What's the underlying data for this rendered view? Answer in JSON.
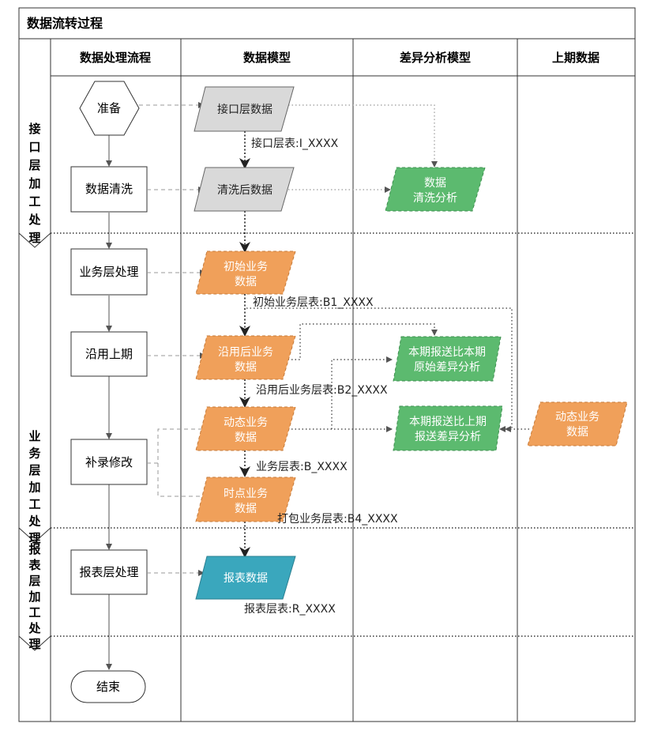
{
  "title": "数据流转过程",
  "columns": [
    "数据处理流程",
    "数据模型",
    "差异分析模型",
    "上期数据"
  ],
  "lanes": [
    "接口层加工处理",
    "业务层加工处理",
    "报表层加工处理"
  ],
  "process": {
    "prepare": "准备",
    "clean": "数据清洗",
    "business": "业务层处理",
    "inherit": "沿用上期",
    "supplement": "补录修改",
    "report": "报表层处理",
    "end": "结束"
  },
  "models": {
    "interface": "接口层数据",
    "cleaned": "清洗后数据",
    "initial": [
      "初始业务",
      "数据"
    ],
    "inherited": [
      "沿用后业务",
      "数据"
    ],
    "dynamic": [
      "动态业务",
      "数据"
    ],
    "timepoint": [
      "时点业务",
      "数据"
    ],
    "report": "报表数据"
  },
  "analysis": {
    "clean": [
      "数据",
      "清洗分析"
    ],
    "orig": [
      "本期报送比本期",
      "原始差异分析"
    ],
    "prev": [
      "本期报送比上期",
      "报送差异分析"
    ]
  },
  "previous": [
    "动态业务",
    "数据"
  ],
  "tables": {
    "interface": "接口层表:I_XXXX",
    "initial": "初始业务层表:B1_XXXX",
    "inherited": "沿用后业务层表:B2_XXXX",
    "business": "业务层表:B_XXXX",
    "packed": "打包业务层表:B4_XXXX",
    "report": "报表层表:R_XXXX"
  },
  "colors": {
    "gray": "#d9d9d9",
    "orange": "#f0a05a",
    "green": "#5cba6f",
    "teal": "#3aa7bd"
  }
}
